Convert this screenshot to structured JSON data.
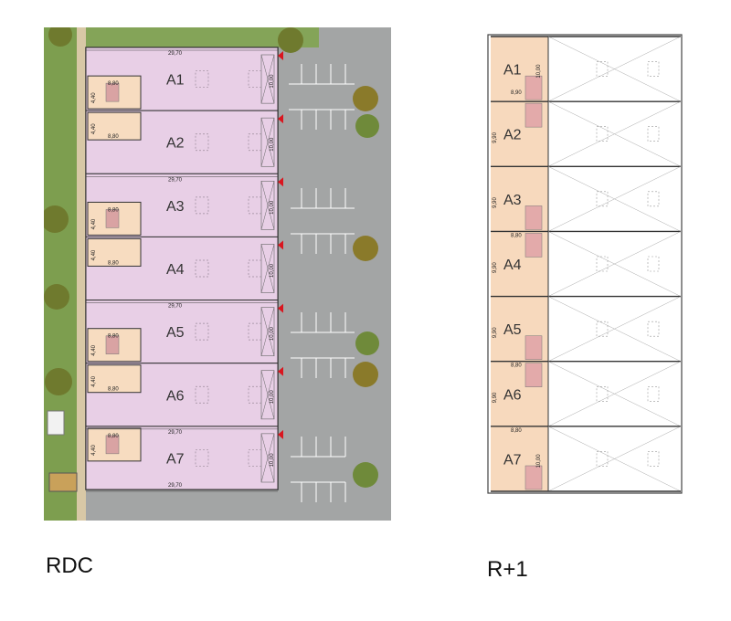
{
  "plans": {
    "ground": {
      "caption": "RDC",
      "units": [
        {
          "label": "A1",
          "depth": "10,00"
        },
        {
          "label": "A2",
          "depth": "10,00"
        },
        {
          "label": "A3",
          "depth": "10,00"
        },
        {
          "label": "A4",
          "depth": "10,00"
        },
        {
          "label": "A5",
          "depth": "10,00"
        },
        {
          "label": "A6",
          "depth": "10,00"
        },
        {
          "label": "A7",
          "depth": "10,00"
        }
      ],
      "total_width": "29,70",
      "office_width": "8,80",
      "office_depth": "4,40"
    },
    "upper": {
      "caption": "R+1",
      "units": [
        {
          "label": "A1",
          "depth": "10,00"
        },
        {
          "label": "A2",
          "depth": "9,90"
        },
        {
          "label": "A3",
          "depth": "9,90"
        },
        {
          "label": "A4",
          "depth": "9,90"
        },
        {
          "label": "A5",
          "depth": "9,90"
        },
        {
          "label": "A6",
          "depth": "9,90"
        },
        {
          "label": "A7",
          "depth": "10,00"
        }
      ],
      "office_widths": [
        "8,90",
        "8,80",
        "8,80",
        "8,80"
      ]
    }
  },
  "colors": {
    "unit_fill": "#e8cfe6",
    "office_fill": "#f7dcc0",
    "asphalt": "#9ea0a0",
    "grass": "#7a9c4d",
    "marker": "#d9161f"
  }
}
